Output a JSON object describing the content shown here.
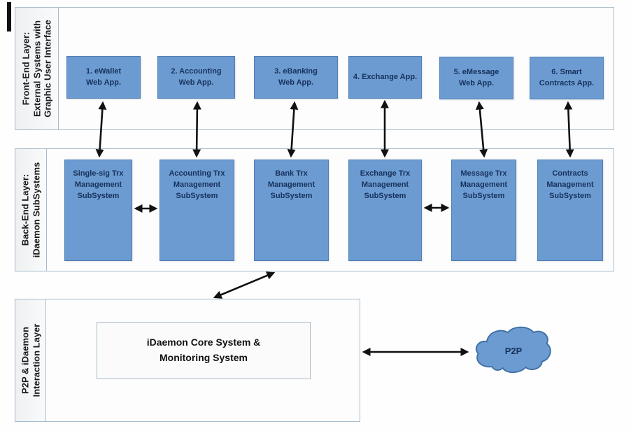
{
  "diagram": {
    "layers": {
      "frontend": {
        "label": "Front-End Layer:\nExternal Systems with\nGraphic User Interface"
      },
      "backend": {
        "label": "Back-End Layer:\niDaemon SubSystems"
      },
      "p2p": {
        "label": "P2P & iDaemon\nInteraction Layer"
      }
    },
    "frontend_apps": [
      {
        "label": "1. eWallet\nWeb App."
      },
      {
        "label": "2. Accounting\nWeb App."
      },
      {
        "label": "3. eBanking\nWeb App."
      },
      {
        "label": "4. Exchange App."
      },
      {
        "label": "5. eMessage\nWeb App."
      },
      {
        "label": "6. Smart\nContracts App."
      }
    ],
    "backend_subsystems": [
      {
        "label": "Single-sig Trx\nManagement\nSubSystem"
      },
      {
        "label": "Accounting Trx\nManagement\nSubSystem"
      },
      {
        "label": "Bank Trx\nManagement\nSubSystem"
      },
      {
        "label": "Exchange Trx\nManagement\nSubSystem"
      },
      {
        "label": "Message Trx\nManagement\nSubSystem"
      },
      {
        "label": "Contracts\nManagement\nSubSystem"
      }
    ],
    "core_system": {
      "label": "iDaemon Core System &\nMonitoring System"
    },
    "p2p_cloud": {
      "label": "P2P"
    },
    "connections": [
      {
        "from": "1. eWallet Web App.",
        "to": "Single-sig Trx Management SubSystem",
        "type": "bidirectional"
      },
      {
        "from": "2. Accounting Web App.",
        "to": "Accounting Trx Management SubSystem",
        "type": "bidirectional"
      },
      {
        "from": "3. eBanking Web App.",
        "to": "Bank Trx Management SubSystem",
        "type": "bidirectional"
      },
      {
        "from": "4. Exchange App.",
        "to": "Exchange Trx Management SubSystem",
        "type": "bidirectional"
      },
      {
        "from": "5. eMessage Web App.",
        "to": "Message Trx Management SubSystem",
        "type": "bidirectional"
      },
      {
        "from": "6. Smart Contracts App.",
        "to": "Contracts Management SubSystem",
        "type": "bidirectional"
      },
      {
        "from": "Single-sig Trx Management SubSystem",
        "to": "Accounting Trx Management SubSystem",
        "type": "bidirectional"
      },
      {
        "from": "Exchange Trx Management SubSystem",
        "to": "Message Trx Management SubSystem",
        "type": "bidirectional"
      },
      {
        "from": "Back-End Layer",
        "to": "P2P & iDaemon Interaction Layer",
        "type": "bidirectional"
      },
      {
        "from": "iDaemon Core System & Monitoring System",
        "to": "P2P",
        "type": "bidirectional"
      }
    ],
    "colors": {
      "box_fill": "#6C9BD1",
      "box_border": "#4E7FB5",
      "box_text": "#16325C",
      "layer_border": "#A9BCCB",
      "layer_strip_fill": "#EEF0F2",
      "arrow": "#111111"
    }
  }
}
